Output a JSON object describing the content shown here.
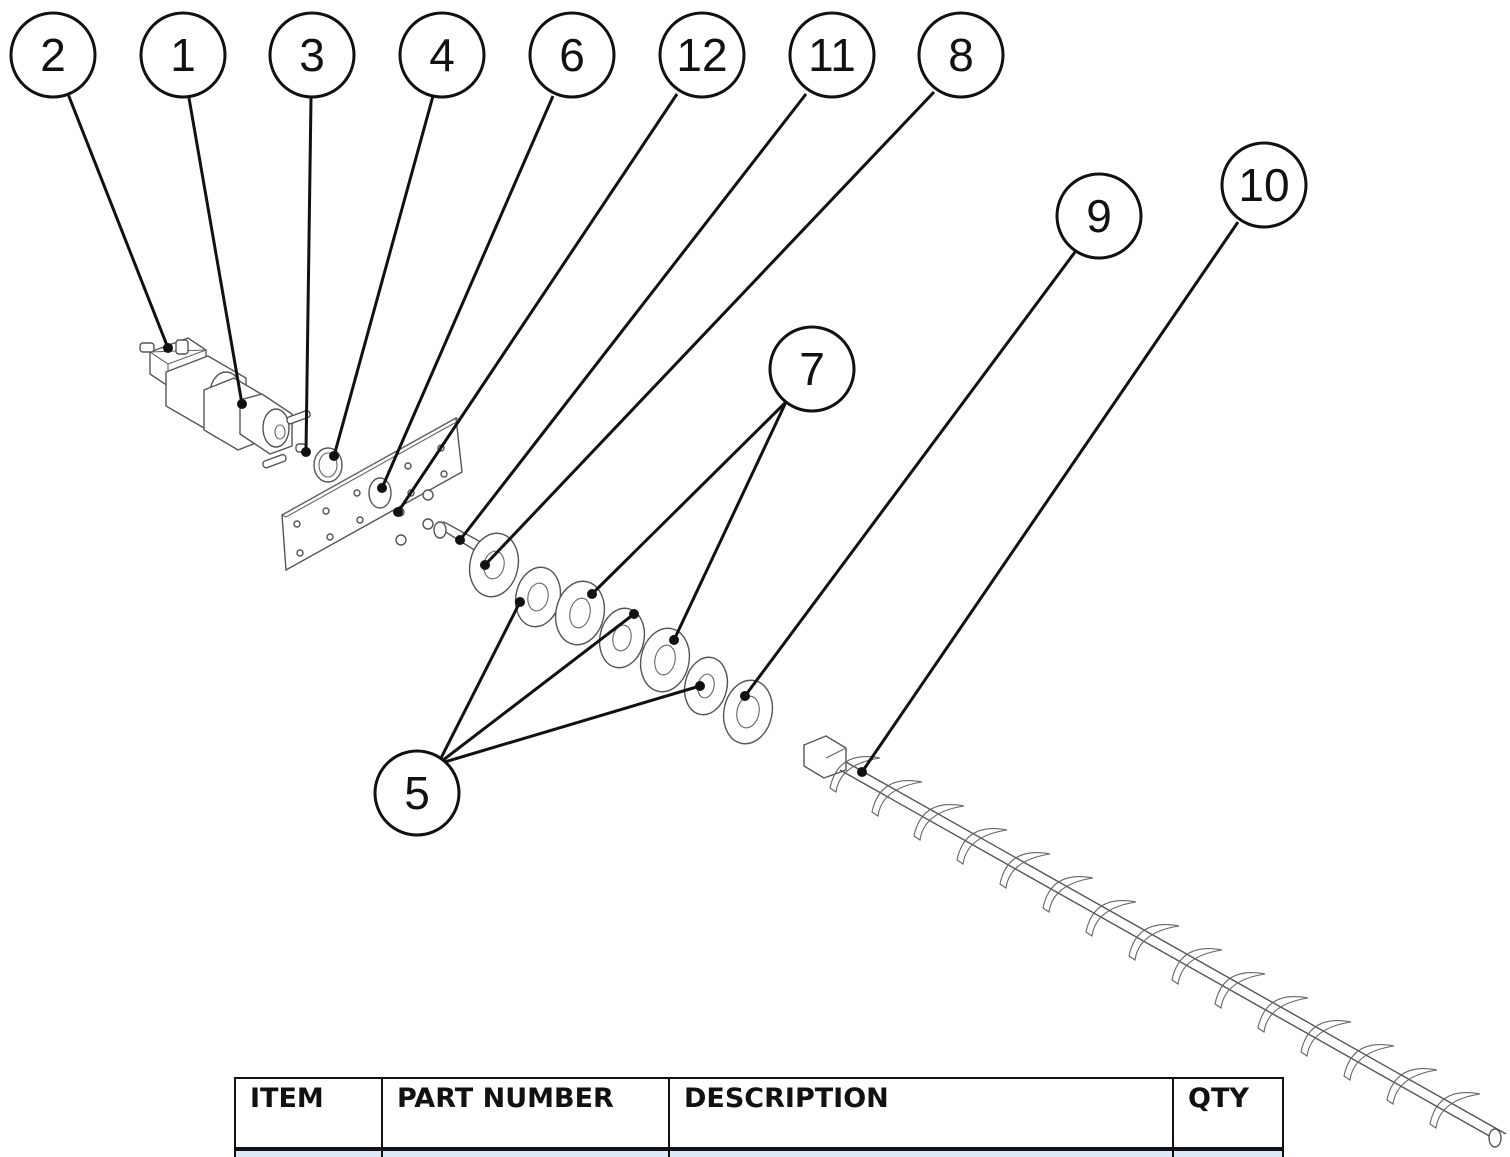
{
  "callouts": [
    {
      "id": "c2",
      "label": "2"
    },
    {
      "id": "c1",
      "label": "1"
    },
    {
      "id": "c3",
      "label": "3"
    },
    {
      "id": "c4",
      "label": "4"
    },
    {
      "id": "c6",
      "label": "6"
    },
    {
      "id": "c12",
      "label": "12"
    },
    {
      "id": "c11",
      "label": "11"
    },
    {
      "id": "c8",
      "label": "8"
    },
    {
      "id": "c9",
      "label": "9"
    },
    {
      "id": "c10",
      "label": "10"
    },
    {
      "id": "c7",
      "label": "7"
    },
    {
      "id": "c5",
      "label": "5"
    }
  ],
  "table": {
    "headers": [
      "ITEM",
      "PART NUMBER",
      "DESCRIPTION",
      "QTY"
    ],
    "rows": []
  }
}
